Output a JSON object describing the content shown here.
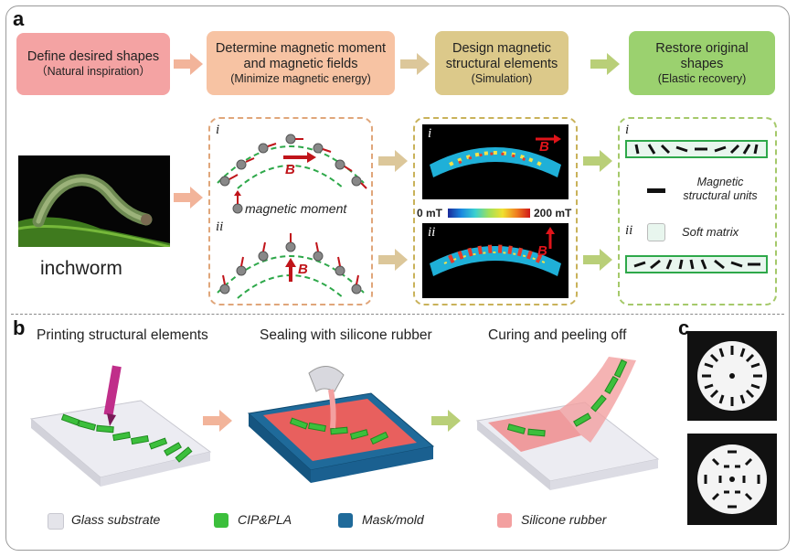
{
  "panel_labels": {
    "a": "a",
    "b": "b",
    "c": "c"
  },
  "workflow_steps": [
    {
      "title": "Define desired shapes",
      "sub": "（Natural inspiration）",
      "color": "#f4a3a3"
    },
    {
      "title": "Determine magnetic moment and magnetic fields",
      "sub": "(Minimize magnetic energy)",
      "color": "#f7c3a3"
    },
    {
      "title": "Design magnetic structural elements",
      "sub": "(Simulation)",
      "color": "#dcc98a"
    },
    {
      "title": "Restore original shapes",
      "sub": "(Elastic recovery)",
      "color": "#9bd16f"
    }
  ],
  "inchworm_label": "inchworm",
  "moment_panel": {
    "i": "i",
    "ii": "ii",
    "field_label": "B",
    "moment_label": "magnetic moment",
    "border_color": "#e0a67a"
  },
  "sim_panel": {
    "i": "i",
    "ii": "ii",
    "field_label": "B",
    "scale_min": "0 mT",
    "scale_max": "200 mT",
    "border_color": "#c9b25a"
  },
  "restore_panel": {
    "i": "i",
    "ii": "ii",
    "units_label": "Magnetic structural units",
    "matrix_label": "Soft matrix",
    "border_color": "#a5c96a"
  },
  "fabrication_steps": [
    "Printing structural elements",
    "Sealing with silicone rubber",
    "Curing and peeling off"
  ],
  "legend": [
    {
      "label": "Glass substrate",
      "color": "#e4e4ea"
    },
    {
      "label": "CIP&PLA",
      "color": "#3cbf3c"
    },
    {
      "label": "Mask/mold",
      "color": "#1f6a9a"
    },
    {
      "label": "Silicone rubber",
      "color": "#f3a0a0"
    }
  ],
  "colors": {
    "field_arrow": "#c0141a",
    "dashed_green": "#2ea84a",
    "arrow_orange": "#f2b49a",
    "arrow_tan": "#dcc79a",
    "arrow_green": "#b9cf78"
  }
}
